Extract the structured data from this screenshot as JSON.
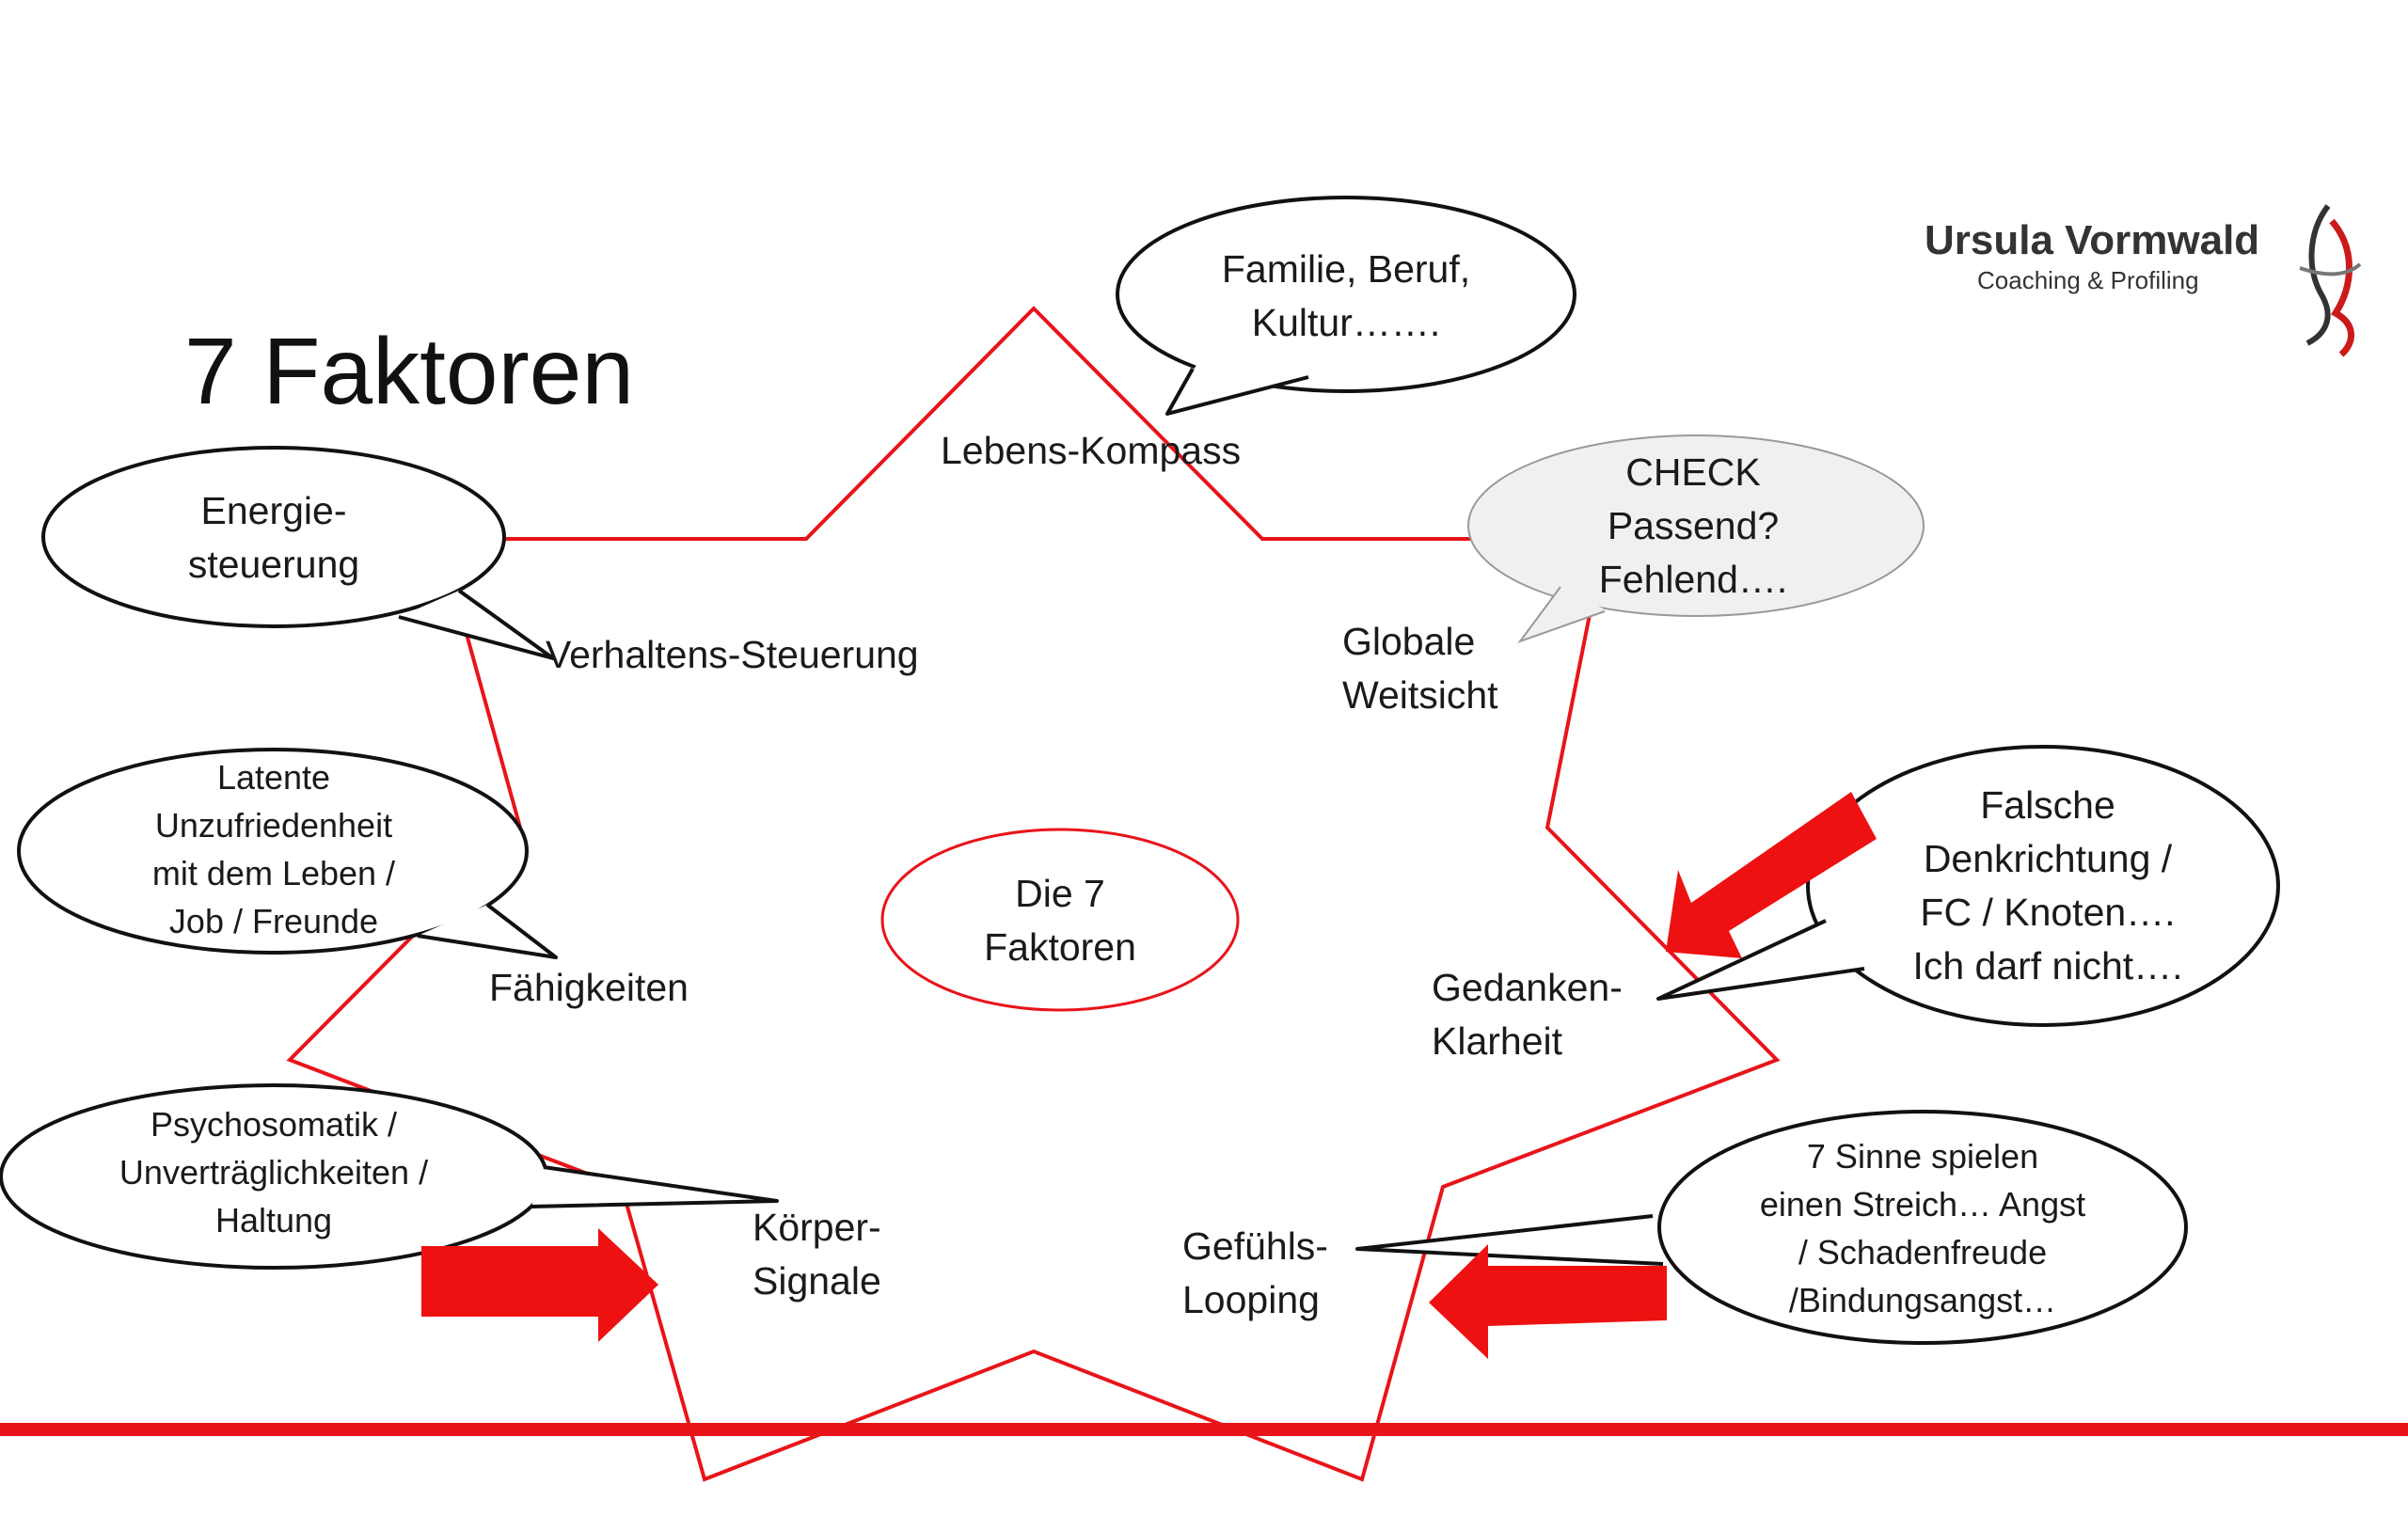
{
  "title": "7 Faktoren",
  "brand": {
    "name": "Ursula Vormwald",
    "subtitle": "Coaching &  Profiling",
    "colors": {
      "accent": "#e8141a"
    }
  },
  "center": {
    "line1": "Die 7",
    "line2": "Faktoren"
  },
  "factors": {
    "lebens_kompass": "Lebens-Kompass",
    "verhaltens_steuerung": "Verhaltens-Steuerung",
    "globale_weitsicht": {
      "line1": "Globale",
      "line2": "Weitsicht"
    },
    "faehigkeiten": "Fähigkeiten",
    "gedanken_klarheit": {
      "line1": "Gedanken-",
      "line2": "Klarheit"
    },
    "koerper_signale": {
      "line1": "Körper-",
      "line2": "Signale"
    },
    "gefuehls_looping": {
      "line1": "Gefühls-",
      "line2": "Looping"
    }
  },
  "bubbles": {
    "familie": {
      "line1": "Familie, Beruf,",
      "line2": "Kultur……."
    },
    "check": {
      "line1": "CHECK",
      "line2": "Passend?",
      "line3": "Fehlend…."
    },
    "energie": {
      "line1": "Energie-",
      "line2": "steuerung"
    },
    "latente": {
      "line1": "Latente",
      "line2": "Unzufriedenheit",
      "line3": "mit dem Leben /",
      "line4": "Job / Freunde"
    },
    "falsche": {
      "line1": "Falsche",
      "line2": "Denkrichtung /",
      "line3": "FC / Knoten….",
      "line4": "Ich darf nicht…."
    },
    "psycho": {
      "line1": "Psychosomatik /",
      "line2": "Unverträglichkeiten /",
      "line3": "Haltung"
    },
    "sinne": {
      "line1": "7 Sinne spielen",
      "line2": "einen Streich… Angst",
      "line3": "/ Schadenfreude",
      "line4": "/Bindungsangst…"
    }
  }
}
